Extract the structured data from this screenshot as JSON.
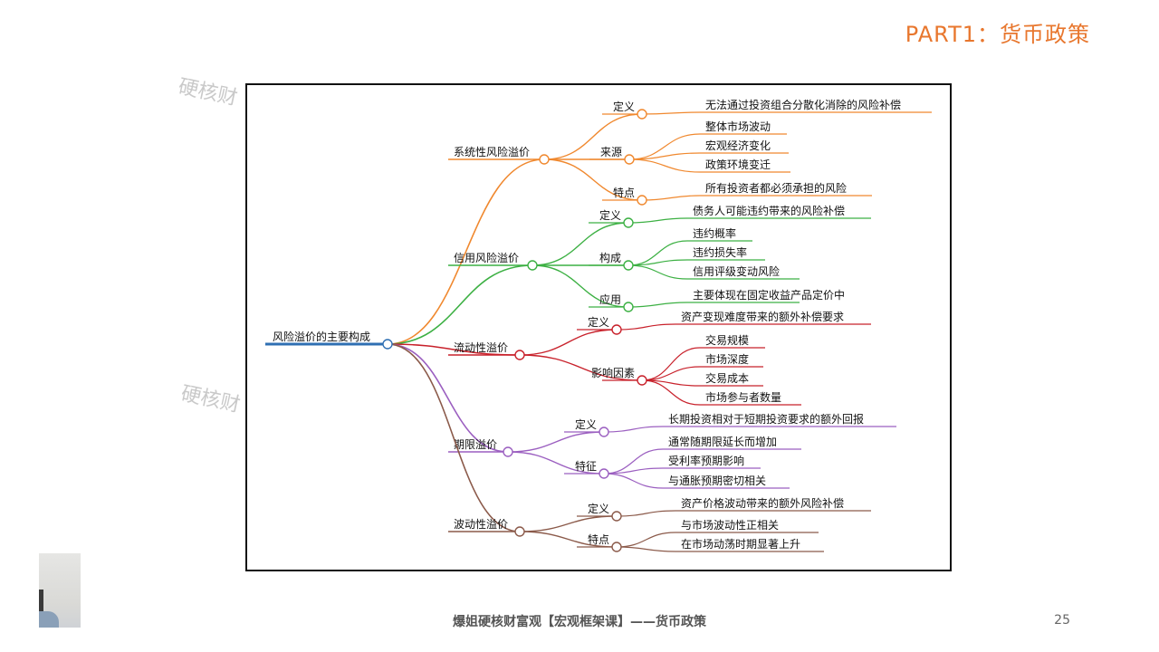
{
  "header": {
    "part_title": "PART1：货币政策"
  },
  "watermark": {
    "text": "硬核财"
  },
  "footer": {
    "course_title": "爆姐硬核财富观【宏观框架课】——货币政策",
    "page_number": "25"
  },
  "colors": {
    "accent": "#e8772e",
    "root": "#2f6fb3",
    "systematic": "#f0882e",
    "credit": "#3cb043",
    "liquidity": "#c8212b",
    "term": "#9b5fc0",
    "volatility": "#8b5a4a"
  },
  "mindmap": {
    "root": "风险溢价的主要构成",
    "branches": [
      {
        "key": "systematic",
        "label": "系统性风险溢价",
        "children": [
          {
            "label": "定义",
            "leaves": [
              "无法通过投资组合分散化消除的风险补偿"
            ]
          },
          {
            "label": "来源",
            "leaves": [
              "整体市场波动",
              "宏观经济变化",
              "政策环境变迁"
            ]
          },
          {
            "label": "特点",
            "leaves": [
              "所有投资者都必须承担的风险"
            ]
          }
        ]
      },
      {
        "key": "credit",
        "label": "信用风险溢价",
        "children": [
          {
            "label": "定义",
            "leaves": [
              "债务人可能违约带来的风险补偿"
            ]
          },
          {
            "label": "构成",
            "leaves": [
              "违约概率",
              "违约损失率",
              "信用评级变动风险"
            ]
          },
          {
            "label": "应用",
            "leaves": [
              "主要体现在固定收益产品定价中"
            ]
          }
        ]
      },
      {
        "key": "liquidity",
        "label": "流动性溢价",
        "children": [
          {
            "label": "定义",
            "leaves": [
              "资产变现难度带来的额外补偿要求"
            ]
          },
          {
            "label": "影响因素",
            "leaves": [
              "交易规模",
              "市场深度",
              "交易成本",
              "市场参与者数量"
            ]
          }
        ]
      },
      {
        "key": "term",
        "label": "期限溢价",
        "children": [
          {
            "label": "定义",
            "leaves": [
              "长期投资相对于短期投资要求的额外回报"
            ]
          },
          {
            "label": "特征",
            "leaves": [
              "通常随期限延长而增加",
              "受利率预期影响",
              "与通胀预期密切相关"
            ]
          }
        ]
      },
      {
        "key": "volatility",
        "label": "波动性溢价",
        "children": [
          {
            "label": "定义",
            "leaves": [
              "资产价格波动带来的额外风险补偿"
            ]
          },
          {
            "label": "特点",
            "leaves": [
              "与市场波动性正相关",
              "在市场动荡时期显著上升"
            ]
          }
        ]
      }
    ]
  }
}
